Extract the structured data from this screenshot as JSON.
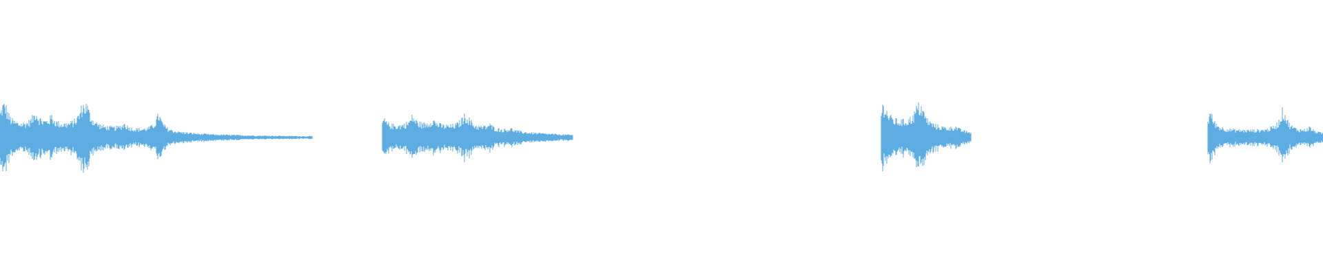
{
  "waveform": {
    "color": "#5dade2",
    "background": "#ffffff",
    "duration_fraction_visible": 1.0,
    "segments": [
      {
        "start": 0.0,
        "end": 0.236,
        "peak": 0.62,
        "body": 0.1,
        "bursts": [
          [
            0.003,
            0.6
          ],
          [
            0.027,
            0.3
          ],
          [
            0.039,
            0.18
          ],
          [
            0.064,
            0.72
          ],
          [
            0.094,
            0.12
          ],
          [
            0.12,
            0.36
          ]
        ]
      },
      {
        "start": 0.289,
        "end": 0.433,
        "peak": 0.36,
        "body": 0.18,
        "bursts": [
          [
            0.29,
            0.16
          ],
          [
            0.312,
            0.22
          ],
          [
            0.327,
            0.16
          ],
          [
            0.352,
            0.36
          ],
          [
            0.37,
            0.1
          ],
          [
            0.386,
            0.06
          ]
        ]
      },
      {
        "start": 0.666,
        "end": 0.734,
        "peak": 0.6,
        "body": 0.22,
        "bursts": [
          [
            0.668,
            0.44
          ],
          [
            0.695,
            0.6
          ],
          [
            0.722,
            0.08
          ]
        ]
      },
      {
        "start": 0.913,
        "end": 1.0,
        "peak": 0.48,
        "body": 0.12,
        "bursts": [
          [
            0.915,
            0.36
          ],
          [
            0.97,
            0.48
          ],
          [
            0.99,
            0.1
          ]
        ]
      }
    ]
  }
}
